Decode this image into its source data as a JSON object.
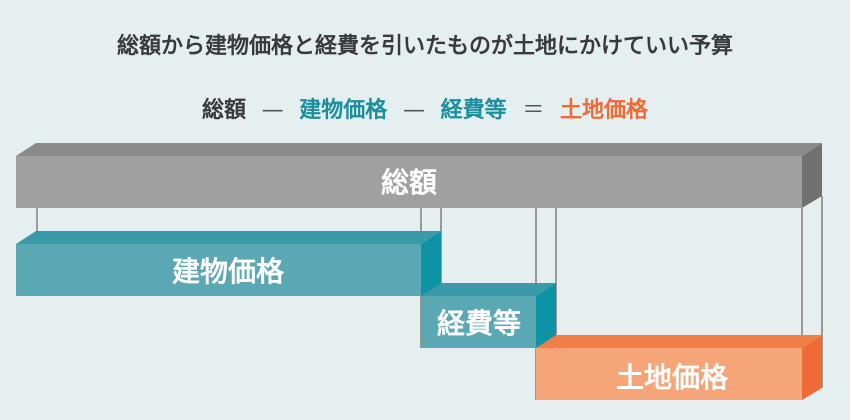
{
  "title": "総額から建物価格と経費を引いたものが土地にかけていい予算",
  "formula": {
    "total": "総額",
    "minus1": "—",
    "building": "建物価格",
    "minus2": "—",
    "expenses": "経費等",
    "equals": "＝",
    "land": "土地価格"
  },
  "bars": {
    "total": "総額",
    "building": "建物価格",
    "expenses": "経費等",
    "land": "土地価格"
  },
  "colors": {
    "gray": "#9fa09f",
    "teal": "#5aa8b4",
    "orange": "#f5a577"
  }
}
